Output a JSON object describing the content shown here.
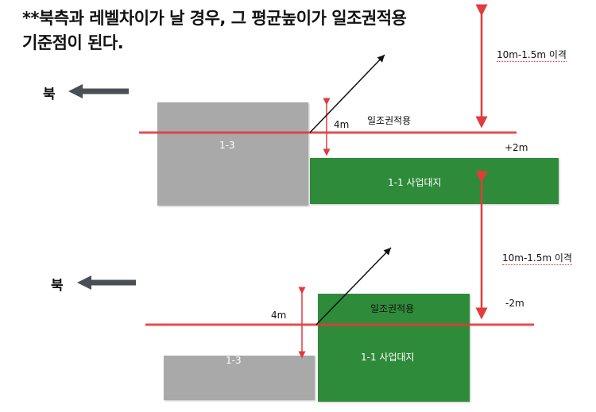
{
  "title": {
    "line1": "**북측과 레벨차이가 날 경우, 그 평균높이가 일조권적용",
    "line2": "기준점이 된다."
  },
  "top": {
    "north_label": "북",
    "lot_1_3": "1-3",
    "lot_1_1": "1-1 사업대지",
    "height_label": "4m",
    "sunlight_label": "일조권적용",
    "level_label": "+2m",
    "setback_label": "10m-1.5m 이격"
  },
  "bottom": {
    "north_label": "북",
    "lot_1_3": "1-3",
    "lot_1_1": "1-1 사업대지",
    "height_label": "4m",
    "sunlight_label": "일조권적용",
    "level_label": "-2m",
    "setback_label": "10m-1.5m 이격"
  },
  "colors": {
    "gray_lot": "#a9a9a9",
    "green_lot": "#2e8b3a",
    "reference_line": "#e23b3b",
    "north_arrow": "#4a4f55"
  }
}
